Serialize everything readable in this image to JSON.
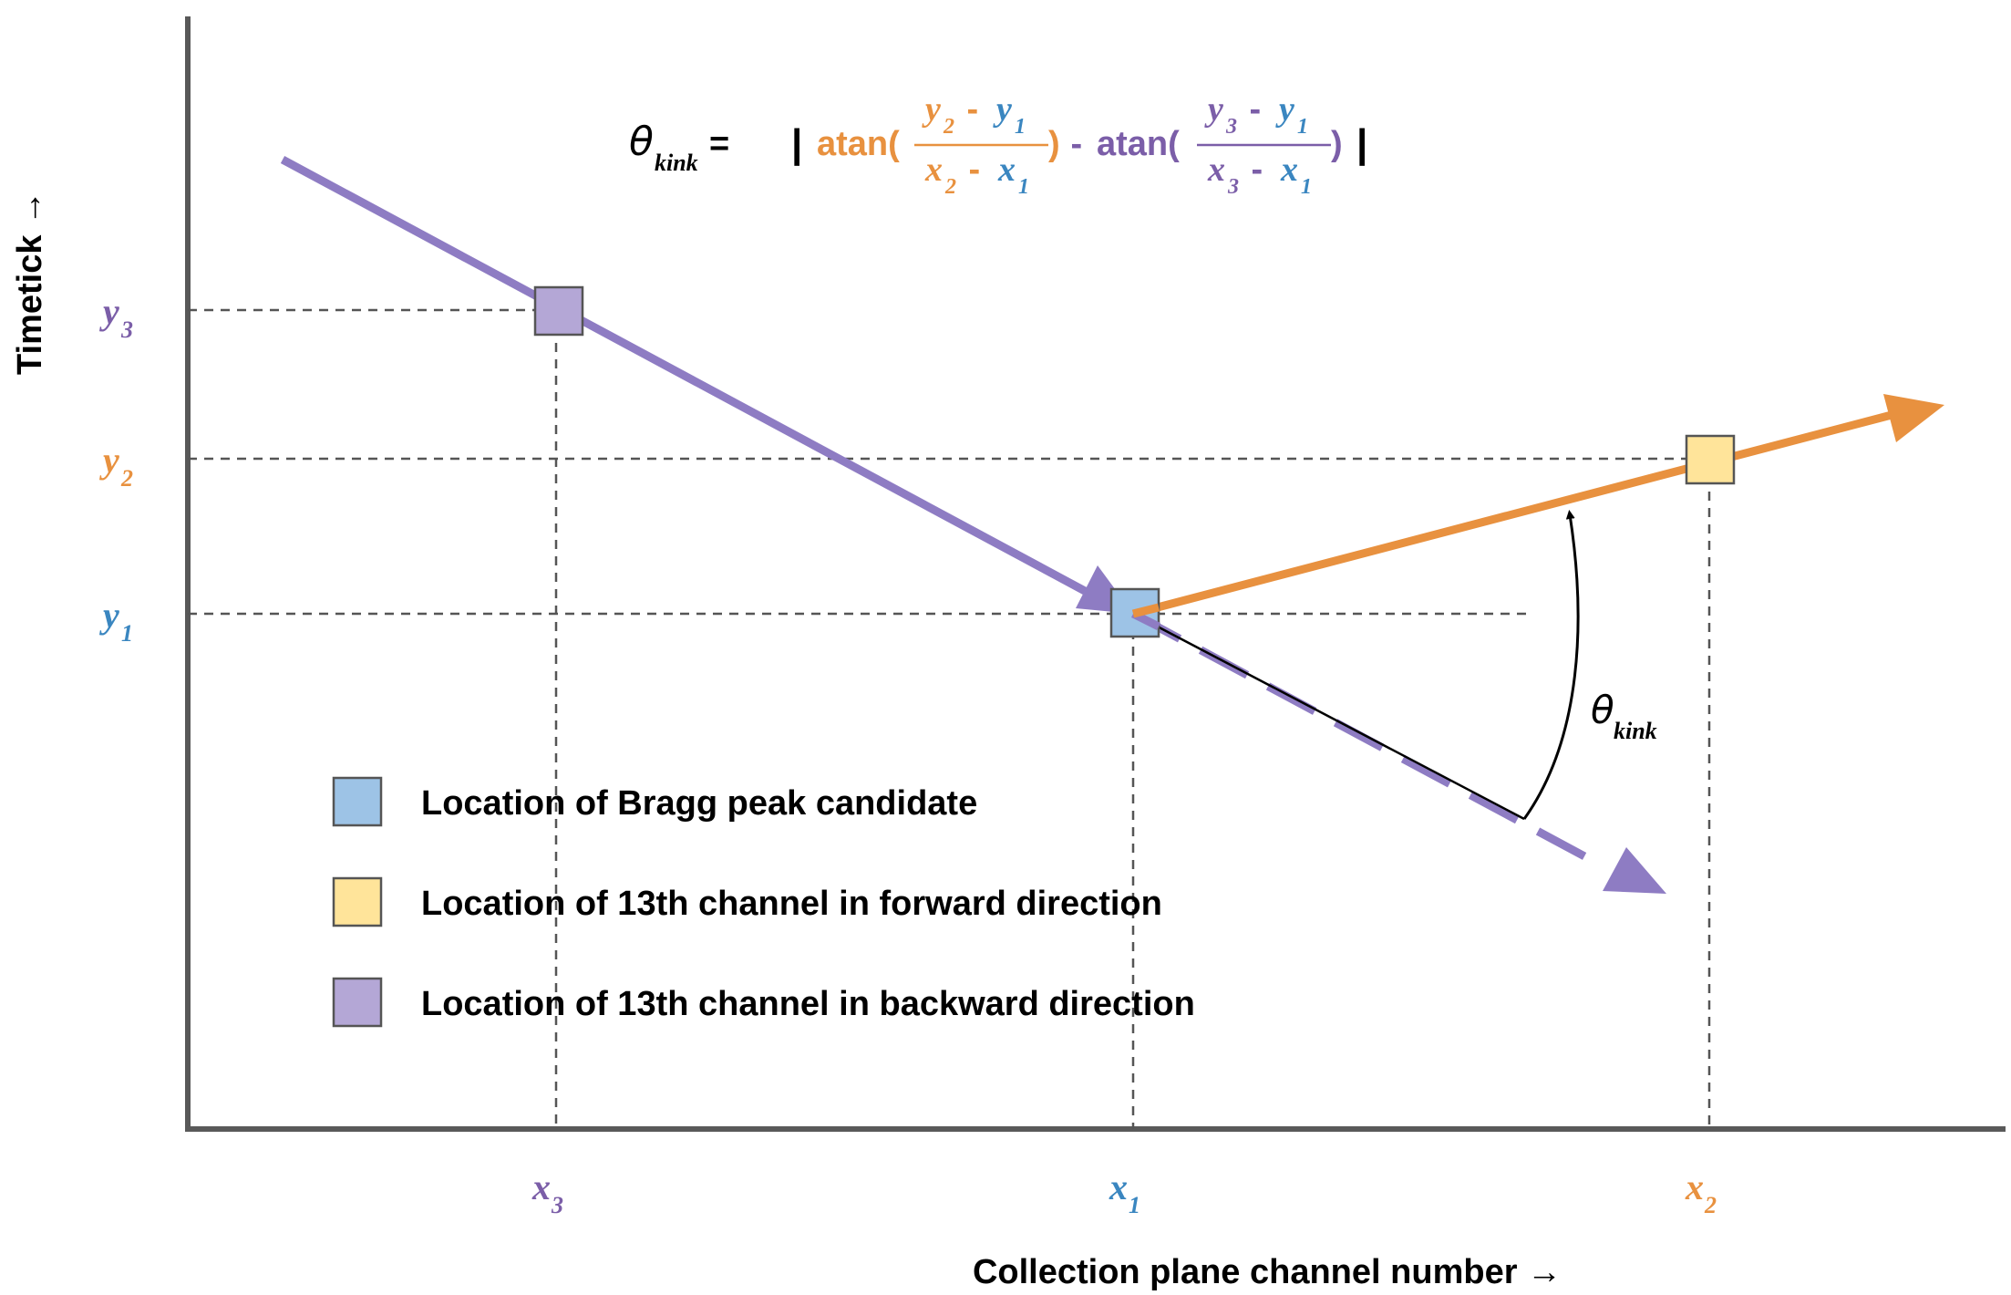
{
  "axes": {
    "xlabel": "Collection plane channel number →",
    "ylabel": "Timetick →"
  },
  "ticks": {
    "x": [
      {
        "letter": "x",
        "sub": "3",
        "color": "#7b5ea8"
      },
      {
        "letter": "x",
        "sub": "1",
        "color": "#3a86c0"
      },
      {
        "letter": "x",
        "sub": "2",
        "color": "#e8913f"
      }
    ],
    "y": [
      {
        "letter": "y",
        "sub": "3",
        "color": "#7b5ea8"
      },
      {
        "letter": "y",
        "sub": "2",
        "color": "#e8913f"
      },
      {
        "letter": "y",
        "sub": "1",
        "color": "#3a86c0"
      }
    ]
  },
  "formula": {
    "lhs_symbol": "θ",
    "lhs_sub": "kink",
    "equals": "=",
    "bar": "|",
    "atan": "atan(",
    "close": ")",
    "minus": " - ",
    "frac_minus": " - ",
    "frac1": {
      "num_a": "y",
      "num_a_sub": "2",
      "num_b": "y",
      "num_b_sub": "1",
      "den_a": "x",
      "den_a_sub": "2",
      "den_b": "x",
      "den_b_sub": "1"
    },
    "frac2": {
      "num_a": "y",
      "num_a_sub": "3",
      "num_b": "y",
      "num_b_sub": "1",
      "den_a": "x",
      "den_a_sub": "3",
      "den_b": "x",
      "den_b_sub": "1"
    }
  },
  "angle_label": {
    "symbol": "θ",
    "sub": "kink"
  },
  "legend": [
    {
      "label": "Location of Bragg peak candidate",
      "color": "#9dc3e6"
    },
    {
      "label": "Location of 13th channel in forward direction",
      "color": "#ffe49a"
    },
    {
      "label": "Location of 13th channel in backward direction",
      "color": "#b4a7d6"
    }
  ],
  "colors": {
    "purple": "#8e7cc3",
    "orange": "#e8913f",
    "blue_label": "#3a86c0",
    "purple_label": "#7b5ea8",
    "axis": "#595959",
    "guide": "#595959"
  }
}
